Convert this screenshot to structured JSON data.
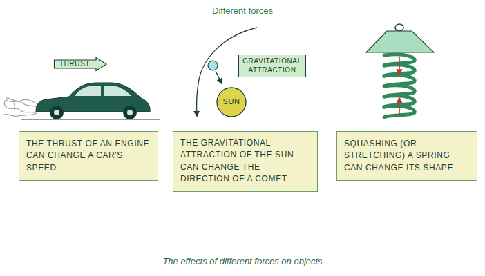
{
  "diagram": {
    "title": "Different forces",
    "caption": "The effects of different forces on objects",
    "nodes": [
      {
        "text": [
          "THRUST"
        ]
      },
      {
        "text": [
          "GRAVITATIONAL ATTRACTION"
        ]
      },
      {
        "text": [
          "SUN"
        ]
      },
      {
        "text": [
          "THE THRUST OF AN ENGINE CAN CHANGE A CAR'S SPEED"
        ]
      },
      {
        "text": [
          "THE GRAVITATIONAL ATTRACTION OF THE SUN CAN CHANGE THE DIRECTION OF A COMET"
        ]
      },
      {
        "text": [
          "SQUASHING (OR STRETCHING) A SPRING CAN CHANGE ITS SHAPE"
        ]
      }
    ]
  }
}
